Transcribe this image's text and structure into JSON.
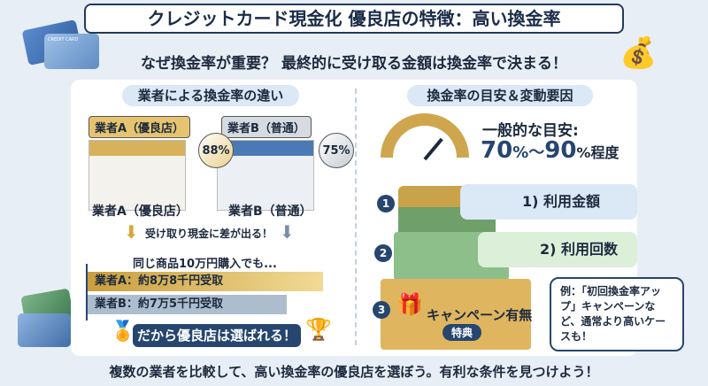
{
  "title": "クレジットカード現金化 優良店の特徴：高い換金率",
  "subtitle": "なぜ換金率が重要？ 最終的に受け取る金額は換金率で決まる！",
  "left": {
    "heading": "業者による換金率の違い",
    "shop_a": {
      "badge": "業者A（優良店）",
      "rate": "88%",
      "rate_value": 88,
      "label": "業者A（優良店）"
    },
    "shop_b": {
      "badge": "業者B（普通）",
      "rate": "75%",
      "rate_value": 75,
      "label": "業者B（普通）"
    },
    "arrow_text": "受け取り現金に差が出る！",
    "compare_title": "同じ商品10万円購入でも...",
    "bar_a": "業者A：約8万8千円受取",
    "bar_b": "業者B：約7万5千円受取",
    "cta": "だから優良店は選ばれる！"
  },
  "right": {
    "heading": "換金率の目安＆変動要因",
    "guide_label": "一般的な目安:",
    "guide_low": "70",
    "guide_tilde": "%～",
    "guide_high": "90",
    "guide_suffix": "%程度",
    "factors": [
      {
        "num": "1",
        "label": "1) 利用金額"
      },
      {
        "num": "2",
        "label": "2) 利用回数"
      },
      {
        "num": "3",
        "label": "キャンペーン有無",
        "tag": "特典"
      }
    ],
    "bubble": "例：「初回換金率アップ」キャンペーンなど、通常より高いケースも！"
  },
  "footer": "複数の業者を比較して、高い換金率の優良店を選ぼう。有利な条件を見つけよう！",
  "card_text": "CREDIT CARD",
  "colors": {
    "navy": "#26466f",
    "gold": "#d9b35a",
    "gray_blue": "#a9b8cb",
    "green": "#dcefd9",
    "light_blue": "#dbe8f5"
  }
}
